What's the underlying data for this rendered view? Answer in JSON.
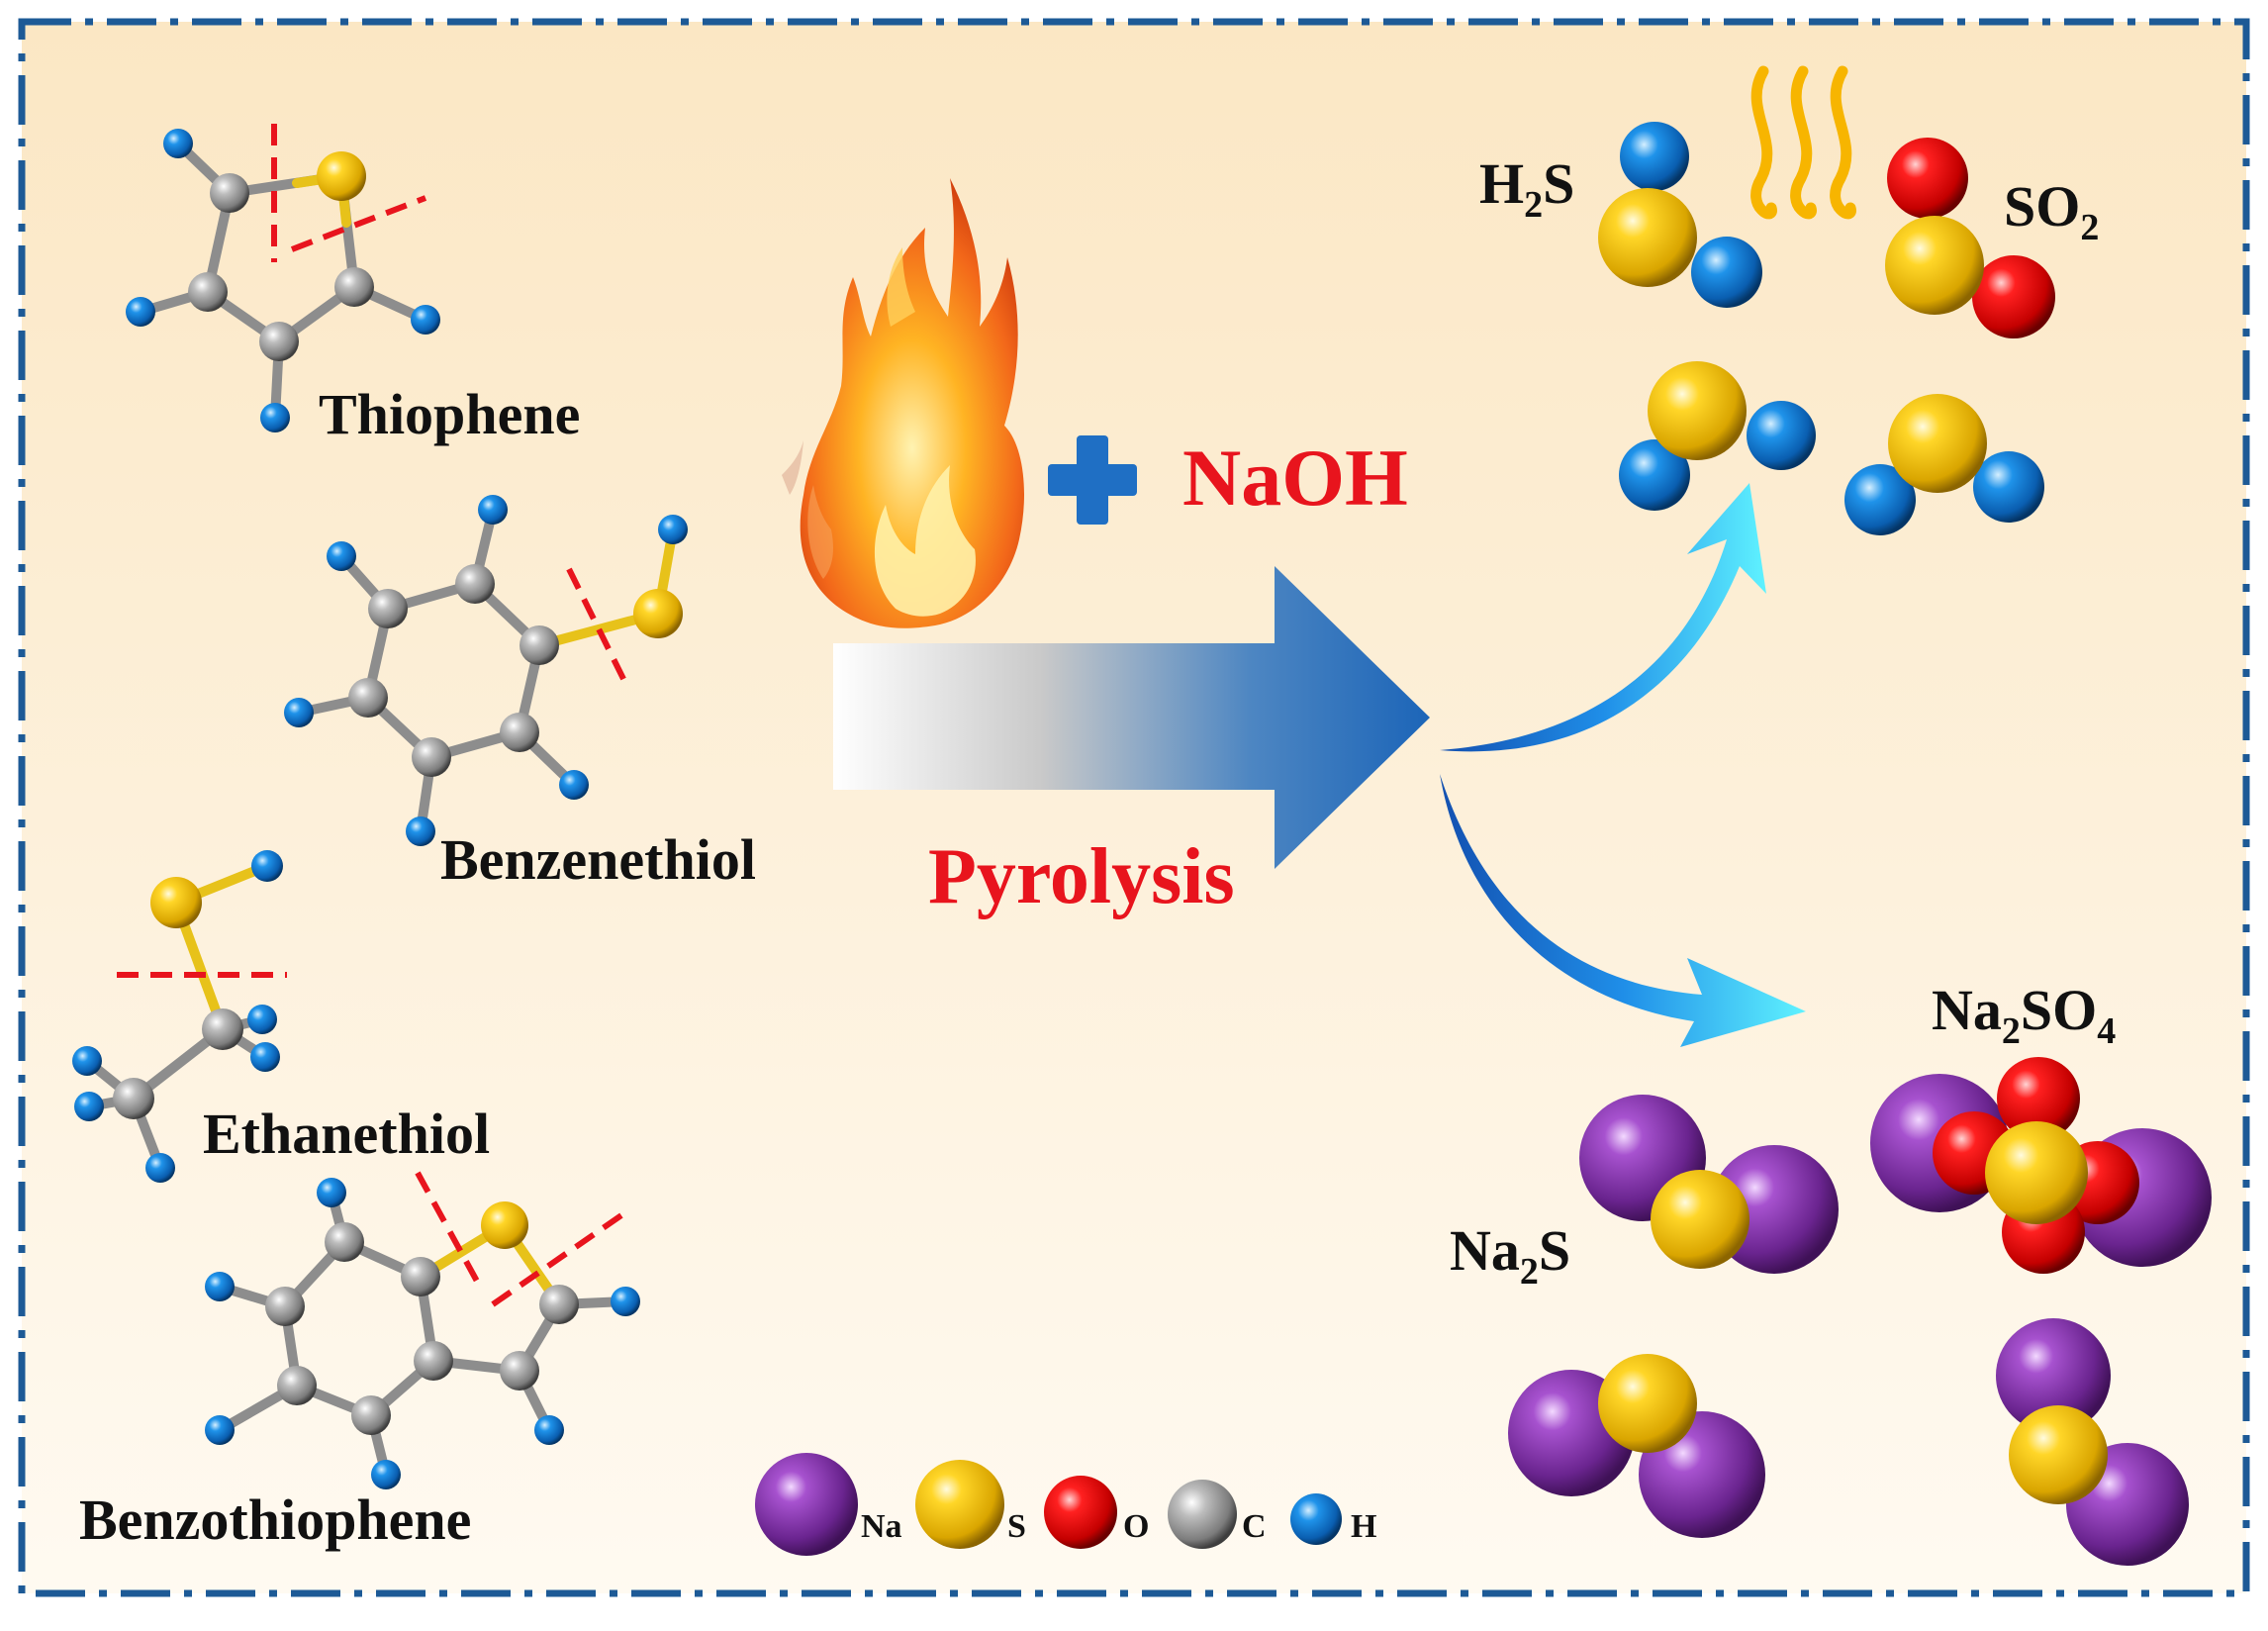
{
  "molecules": {
    "thiophene": "Thiophene",
    "benzenethiol": "Benzenethiol",
    "ethanethiol": "Ethanethiol",
    "benzothiophene": "Benzothiophene"
  },
  "process": {
    "reagent": "NaOH",
    "label": "Pyrolysis"
  },
  "products": {
    "h2s": {
      "main": "H",
      "sub": "2",
      "tail": "S"
    },
    "so2": {
      "main": "SO",
      "sub": "2"
    },
    "na2s": {
      "main": "Na",
      "sub": "2",
      "tail": "S"
    },
    "na2so4": {
      "main": "Na",
      "sub": "2",
      "mid": "SO",
      "sub2": "4"
    }
  },
  "legend": [
    {
      "symbol": "Na",
      "color": "#7a2fa6"
    },
    {
      "symbol": "S",
      "color": "#f2c40f"
    },
    {
      "symbol": "O",
      "color": "#e21818"
    },
    {
      "symbol": "C",
      "color": "#a6a6a6"
    },
    {
      "symbol": "H",
      "color": "#1687e0"
    }
  ],
  "colors": {
    "frame": "#1d5a96",
    "cut_line": "#e8141d",
    "label_red": "#e8141d",
    "plus": "#1f6fc4",
    "heat_wave": "#f7b500"
  }
}
